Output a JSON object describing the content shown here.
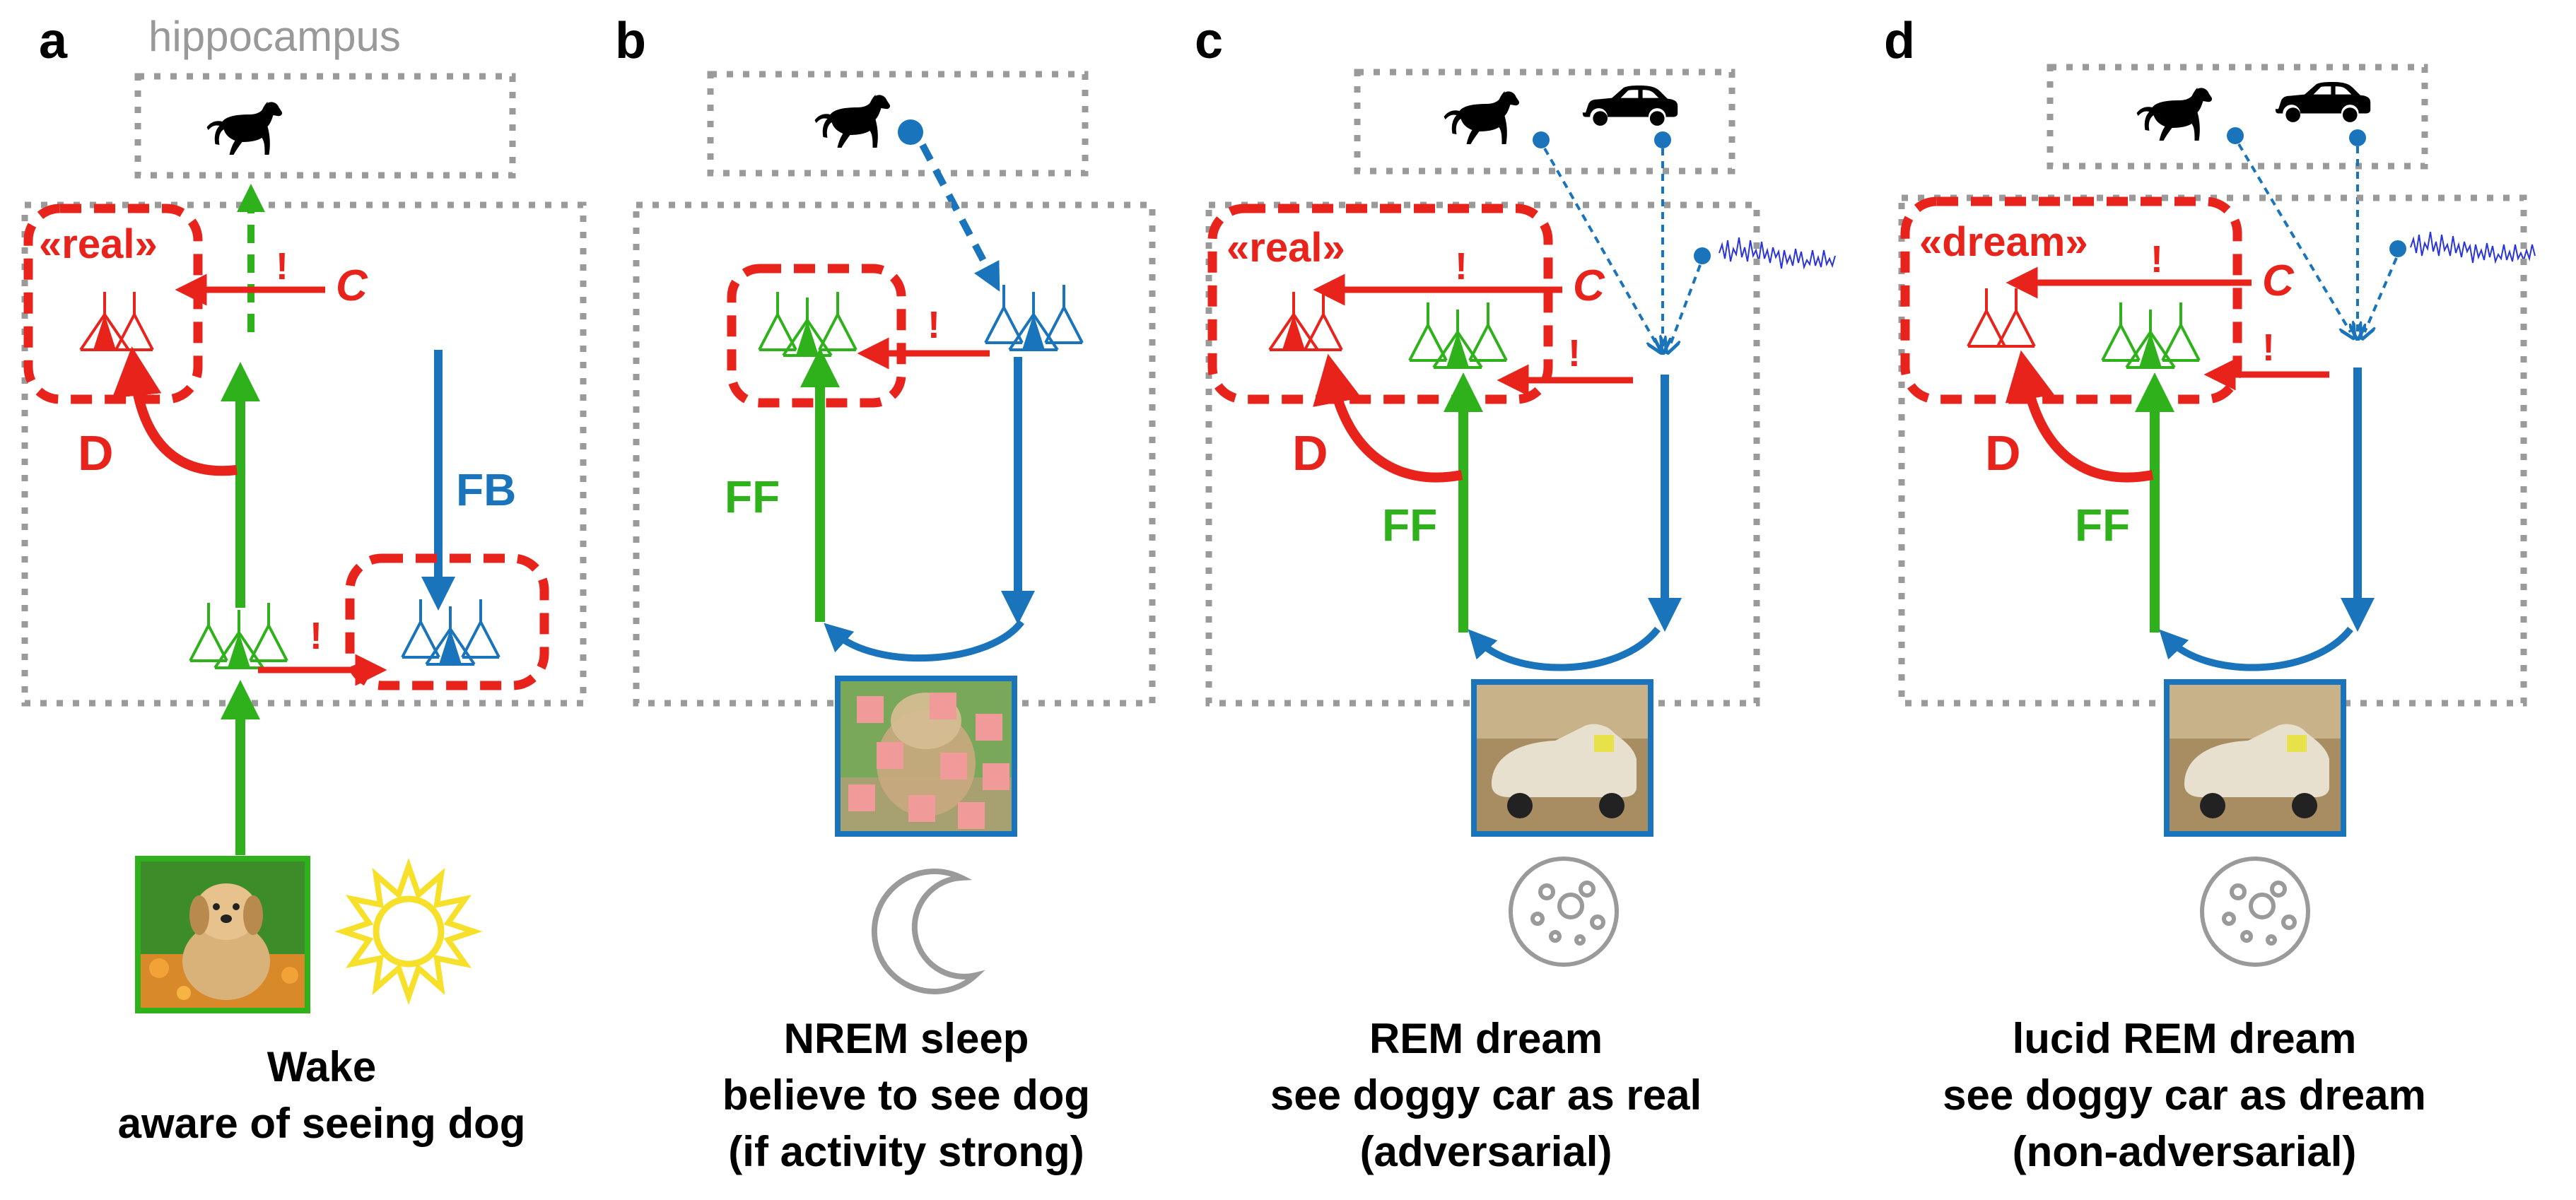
{
  "panels": [
    {
      "letter": "a",
      "hippocampus": "hippocampus",
      "box_label": "«real»",
      "labels": {
        "c": "C",
        "d": "D",
        "fb": "FB",
        "ex1": "!",
        "ex2": "!"
      },
      "caption": [
        "Wake",
        "aware of seeing dog"
      ]
    },
    {
      "letter": "b",
      "labels": {
        "ff": "FF",
        "ex1": "!"
      },
      "caption": [
        "NREM sleep",
        "believe to see dog",
        "(if activity strong)"
      ]
    },
    {
      "letter": "c",
      "box_label": "«real»",
      "labels": {
        "c": "C",
        "d": "D",
        "ff": "FF",
        "ex1": "!",
        "ex2": "!"
      },
      "caption": [
        "REM dream",
        "see doggy car as real",
        "(adversarial)"
      ]
    },
    {
      "letter": "d",
      "box_label": "«dream»",
      "labels": {
        "c": "C",
        "d": "D",
        "ff": "FF",
        "ex1": "!",
        "ex2": "!"
      },
      "caption": [
        "lucid REM dream",
        "see doggy car as dream",
        "(non-adversarial)"
      ]
    }
  ],
  "icons": [
    "dog-silhouette-icon",
    "car-silhouette-icon",
    "sun-icon",
    "moon-icon",
    "rem-face-icon",
    "pyramidal-neuron-icon"
  ],
  "colors": {
    "feedforward": "#2fb11b",
    "feedback": "#1a74bb",
    "discriminator": "#e8231c",
    "frame": "#9a9a9a"
  }
}
